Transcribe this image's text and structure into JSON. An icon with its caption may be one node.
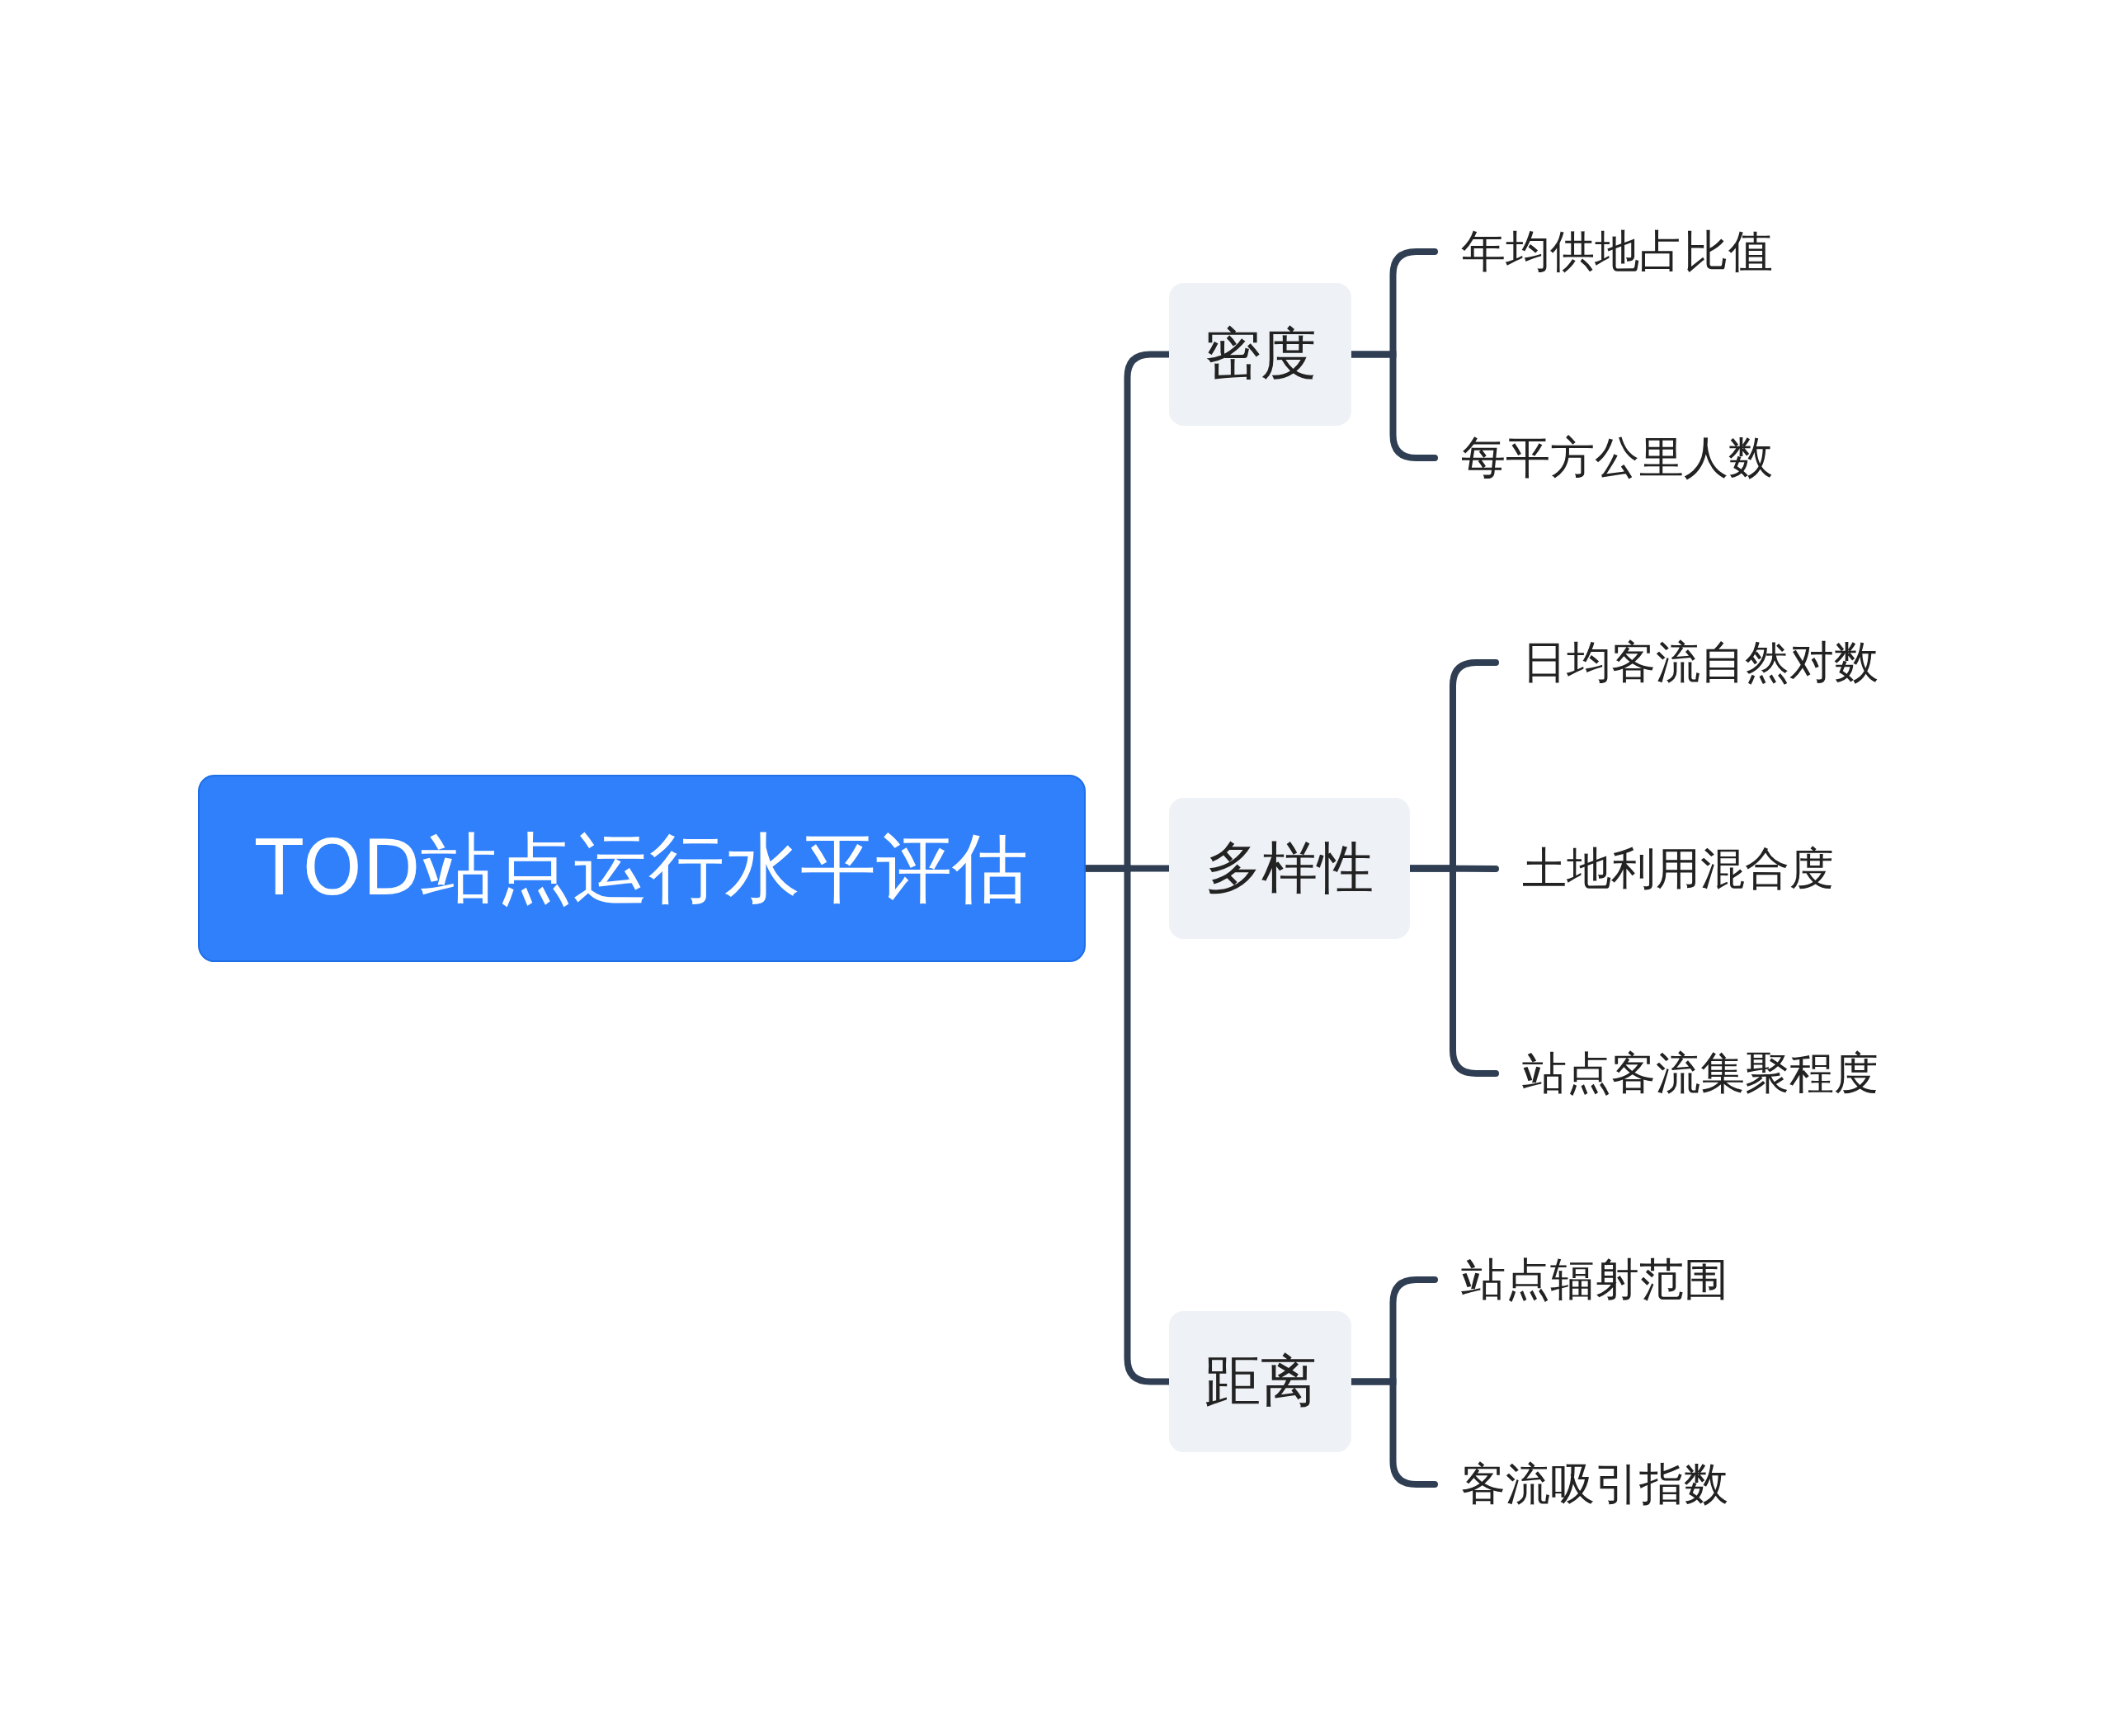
{
  "diagram": {
    "nodes": [
      {
        "text": [
          "TOD站点运行水平评估"
        ]
      },
      {
        "text": [
          "密度"
        ]
      },
      {
        "text": [
          "年均供地占比值"
        ]
      },
      {
        "text": [
          "每平方公里人数"
        ]
      },
      {
        "text": [
          "多样性"
        ]
      },
      {
        "text": [
          "日均客流自然对数"
        ]
      },
      {
        "text": [
          "土地利用混合度"
        ]
      },
      {
        "text": [
          "站点客流集聚程度"
        ]
      },
      {
        "text": [
          "距离"
        ]
      },
      {
        "text": [
          "站点辐射范围"
        ]
      },
      {
        "text": [
          "客流吸引指数"
        ]
      }
    ],
    "edges": [
      {
        "from": 0,
        "to": 1,
        "arrow": "none"
      },
      {
        "from": 0,
        "to": 4,
        "arrow": "none"
      },
      {
        "from": 0,
        "to": 8,
        "arrow": "none"
      },
      {
        "from": 1,
        "to": 2,
        "arrow": "none"
      },
      {
        "from": 1,
        "to": 3,
        "arrow": "none"
      },
      {
        "from": 4,
        "to": 5,
        "arrow": "none"
      },
      {
        "from": 4,
        "to": 6,
        "arrow": "none"
      },
      {
        "from": 4,
        "to": 7,
        "arrow": "none"
      },
      {
        "from": 8,
        "to": 9,
        "arrow": "none"
      },
      {
        "from": 8,
        "to": 10,
        "arrow": "none"
      }
    ]
  }
}
